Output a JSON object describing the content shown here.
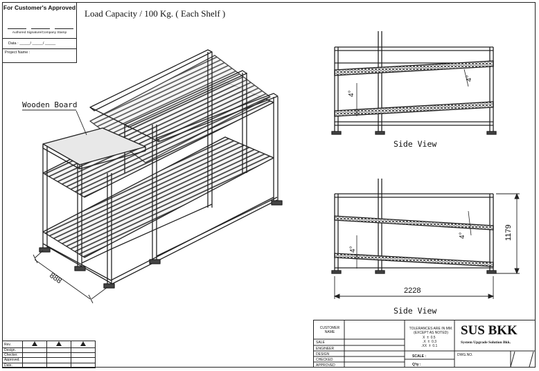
{
  "approval": {
    "title": "For Customer's  Approved",
    "stamp_label": "Authored Signature/Company Stamp",
    "date_label": "Data : _____/ _____/ _____",
    "project_label": "Project Name :"
  },
  "header": {
    "load_capacity": "Load Capacity / 100 Kg. ( Each Shelf )"
  },
  "labels": {
    "wooden_board": "Wooden Board",
    "side_view_top": "Side View",
    "side_view_bottom": "Side View"
  },
  "dimensions": {
    "width_iso": "888",
    "length": "2228",
    "height": "1179",
    "angle": "4°"
  },
  "revision_table": {
    "rows": [
      "Rev.",
      "Design.",
      "Checker.",
      "Approved.",
      "Date."
    ]
  },
  "title_block": {
    "customer_name": "CUSTOMER NAME",
    "sale": "SALE",
    "engineer": "ENGINEER",
    "design": "DESIGN",
    "checked": "CHECKED",
    "approved": "APPROVED",
    "tolerances_title": "TOLERANCES ARE IN MM.",
    "tolerances_sub": "(EXCEPT AS NOTED)",
    "tol_x": "X  ±  0.5",
    "tol_xx": ".X  ±  0.3",
    "tol_xxx": ".XX  ±  0.1",
    "scale": "SCALE :",
    "qty": "Q'ty :",
    "dwg_no": "DWG.NO.",
    "brand": "SUS BKK",
    "brand_sub": "System Upgrade Solution Bkk."
  }
}
